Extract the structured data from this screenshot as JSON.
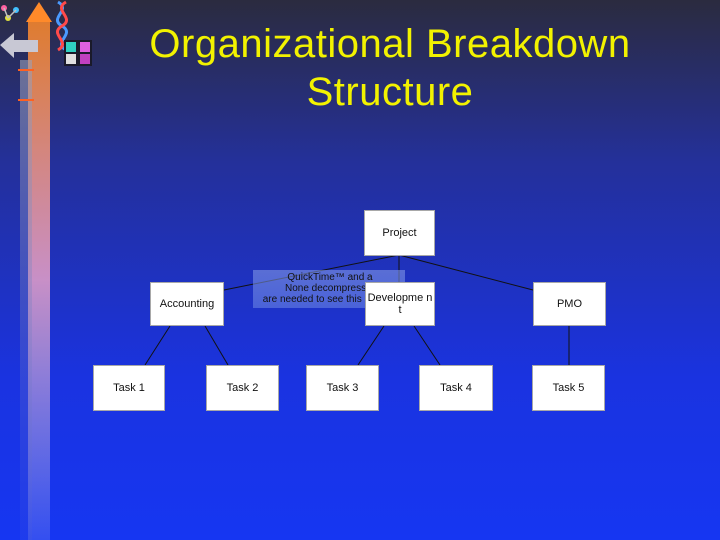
{
  "slide": {
    "title_line1": "Organizational Breakdown",
    "title_line2": "Structure"
  },
  "colors": {
    "title": "#f2f200",
    "background_top": "#2b2b3f",
    "background_bottom": "#1636f2",
    "box_fill": "#ffffff",
    "connector": "#111111"
  },
  "decoration": {
    "icons": [
      "dna-helix-icon",
      "up-arrow-icon",
      "left-arrow-icon",
      "molecule-icon",
      "network-puzzle-icon"
    ]
  },
  "chart_data": {
    "type": "tree",
    "nodes": [
      {
        "id": "project",
        "label": "Project",
        "parent": null
      },
      {
        "id": "accounting",
        "label": "Accounting",
        "parent": "project"
      },
      {
        "id": "development",
        "label": "Developme nt",
        "parent": "project"
      },
      {
        "id": "pmo",
        "label": "PMO",
        "parent": "project"
      },
      {
        "id": "task1",
        "label": "Task 1",
        "parent": "accounting"
      },
      {
        "id": "task2",
        "label": "Task 2",
        "parent": "accounting"
      },
      {
        "id": "task3",
        "label": "Task 3",
        "parent": "development"
      },
      {
        "id": "task4",
        "label": "Task 4",
        "parent": "development"
      },
      {
        "id": "task5",
        "label": "Task 5",
        "parent": "pmo"
      }
    ]
  },
  "quicktime_notice": {
    "line1": "QuickTime™ and a",
    "line2": "None decompressor",
    "line3": "are needed to see this picture."
  }
}
